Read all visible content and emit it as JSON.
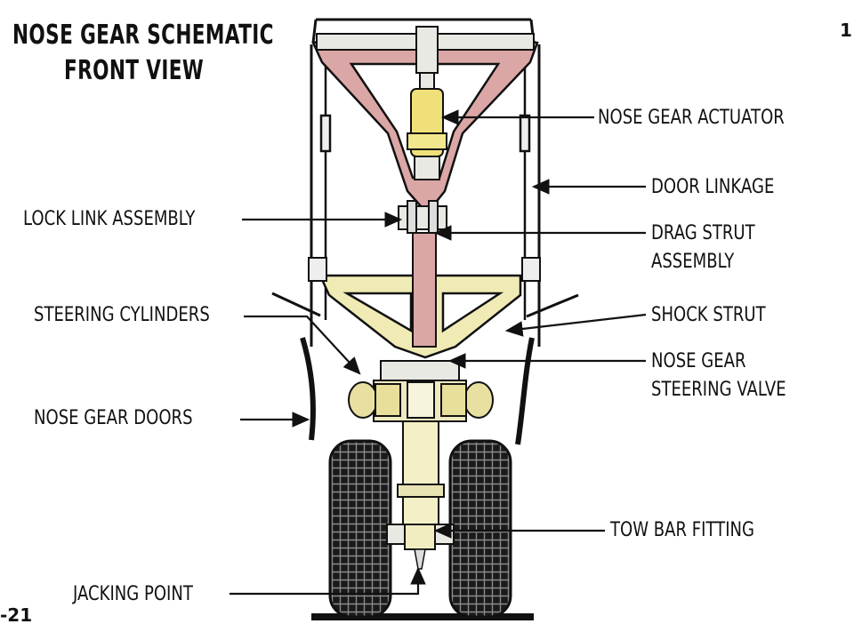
{
  "title": {
    "line1": "NOSE GEAR SCHEMATIC",
    "line2": "FRONT VIEW"
  },
  "labels": {
    "nose_gear_actuator": "NOSE GEAR ACTUATOR",
    "door_linkage": "DOOR LINKAGE",
    "lock_link_assembly": "LOCK LINK ASSEMBLY",
    "drag_strut_line1": "DRAG STRUT",
    "drag_strut_line2": "ASSEMBLY",
    "steering_cylinders": "STEERING CYLINDERS",
    "shock_strut": "SHOCK STRUT",
    "steering_valve_line1": "NOSE GEAR",
    "steering_valve_line2": "STEERING VALVE",
    "nose_gear_doors": "NOSE GEAR DOORS",
    "tow_bar_fitting": "TOW BAR FITTING",
    "jacking_point": "JACKING POINT"
  },
  "page_marks": {
    "figure_number": "-21",
    "top_right_mark": "1"
  },
  "colors": {
    "drag_brace": "#dba6a6",
    "shock_frame": "#f0ebb4",
    "actuator": "#f0e07a",
    "metal": "#e9e9e4",
    "ink": "#111111"
  }
}
